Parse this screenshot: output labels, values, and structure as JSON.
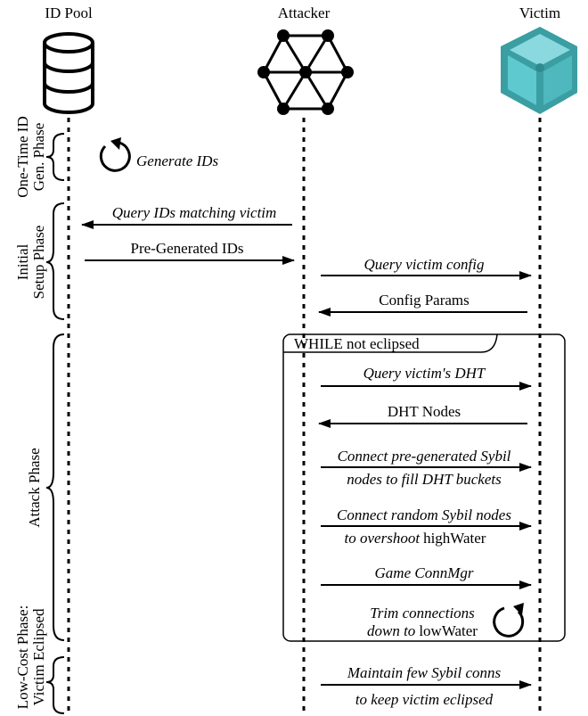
{
  "actors": {
    "id_pool": "ID Pool",
    "attacker": "Attacker",
    "victim": "Victim"
  },
  "phases": {
    "gen_line1": "One-Time ID",
    "gen_line2": "Gen. Phase",
    "setup_line1": "Initial",
    "setup_line2": "Setup Phase",
    "attack": "Attack Phase",
    "lowcost_line1": "Low-Cost Phase:",
    "lowcost_line2": "Victim Eclipsed"
  },
  "messages": {
    "generate_ids": "Generate IDs",
    "query_ids": "Query IDs matching victim",
    "pre_generated": "Pre-Generated IDs",
    "query_config": "Query victim config",
    "config_params": "Config Params",
    "loop_label": "WHILE not eclipsed",
    "query_dht": "Query victim's DHT",
    "dht_nodes": "DHT Nodes",
    "connect_pre_1": "Connect pre-generated Sybil",
    "connect_pre_2": "nodes to fill DHT buckets",
    "connect_rand_1": "Connect random Sybil nodes",
    "connect_rand_2a": "to overshoot",
    "connect_rand_2b": "highWater",
    "game": "Game ConnMgr",
    "trim_1": "Trim connections",
    "trim_2a": "down to",
    "trim_2b": "lowWater",
    "maintain_1": "Maintain few Sybil conns",
    "maintain_2": "to keep victim eclipsed"
  },
  "colors": {
    "victim_cube_light": "#5ec9cf",
    "victim_cube_dark": "#3a9ea3",
    "line": "#000000"
  },
  "icons": {
    "id_pool": "database-icon",
    "attacker": "network-graph-icon",
    "victim": "cube-icon",
    "loop": "circular-arrow-icon"
  }
}
